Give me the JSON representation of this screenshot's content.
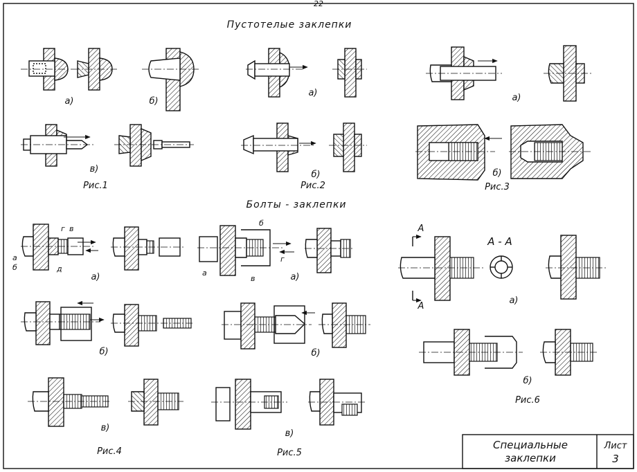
{
  "page_number": "22",
  "sections": {
    "hollow_title": "Пустотелые заклепки",
    "bolts_title": "Болты - заклепки"
  },
  "figures": {
    "fig1": {
      "caption": "Рис.1",
      "sub_a": "а)",
      "sub_b": "б)",
      "sub_v": "в)"
    },
    "fig2": {
      "caption": "Рис.2",
      "sub_a": "а)",
      "sub_b": "б)"
    },
    "fig3": {
      "caption": "Рис.3",
      "sub_a": "а)",
      "sub_b": "б)"
    },
    "fig4": {
      "caption": "Рис.4",
      "sub_a": "а)",
      "sub_b": "б)",
      "sub_v": "в)",
      "letters": {
        "a": "а",
        "b": "б",
        "g": "г",
        "v": "в",
        "d": "д"
      }
    },
    "fig5": {
      "caption": "Рис.5",
      "sub_a": "а)",
      "sub_b": "б)",
      "sub_v": "в)",
      "letters": {
        "a": "а",
        "b": "б",
        "g": "г",
        "v": "в"
      }
    },
    "fig6": {
      "caption": "Рис.6",
      "sub_a": "а)",
      "sub_b": "б)",
      "section_mark": "A",
      "section_title": "A - A"
    }
  },
  "title_block": {
    "title_line1": "Специальные",
    "title_line2": "заклепки",
    "sheet_label": "Лист",
    "sheet_number": "3"
  }
}
